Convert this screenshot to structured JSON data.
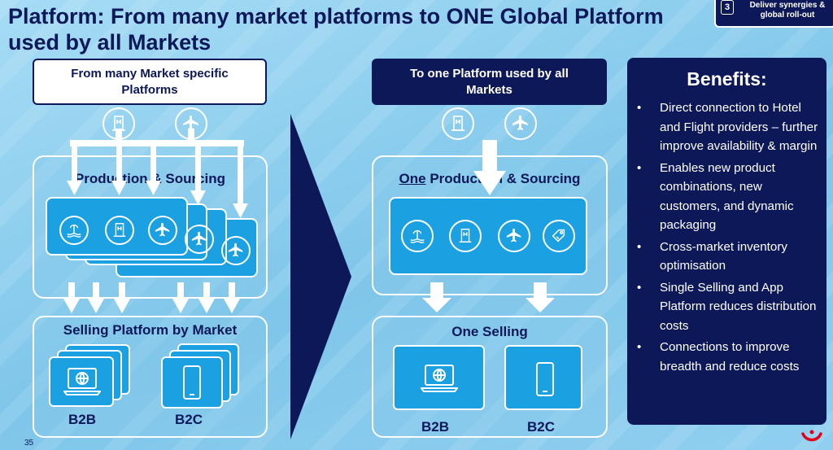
{
  "slide": {
    "title": "Platform: From many market platforms to ONE Global Platform used by all Markets",
    "step_number": "3",
    "step_text": "Deliver synergies & global roll-out",
    "page_number": "35"
  },
  "left": {
    "header": "From many Market specific Platforms",
    "production_label": "Production & Sourcing",
    "selling_label": "Selling Platform by Market",
    "b2b_label": "B2B",
    "b2c_label": "B2C"
  },
  "right": {
    "header": "To one Platform used by all Markets",
    "production_prefix": "One",
    "production_rest": " Production & Sourcing",
    "selling_label": "One Selling",
    "b2b_label": "B2B",
    "b2c_label": "B2C"
  },
  "benefits": {
    "title": "Benefits:",
    "items": [
      "Direct connection to Hotel and Flight providers – further improve availability & margin",
      "Enables new product combinations, new customers, and dynamic packaging",
      "Cross-market inventory optimisation",
      "Single Selling and App Platform reduces distribution costs",
      "Connections to improve breadth and reduce costs"
    ]
  },
  "icons": [
    "hotel-icon",
    "airplane-icon",
    "beach-icon",
    "tag-icon",
    "laptop-globe-icon",
    "smartphone-icon",
    "tui-logo"
  ],
  "colors": {
    "navy": "#0d1859",
    "blue": "#1ba0e2",
    "light_blue": "#8ccfef",
    "logo_red": "#e2001a"
  }
}
